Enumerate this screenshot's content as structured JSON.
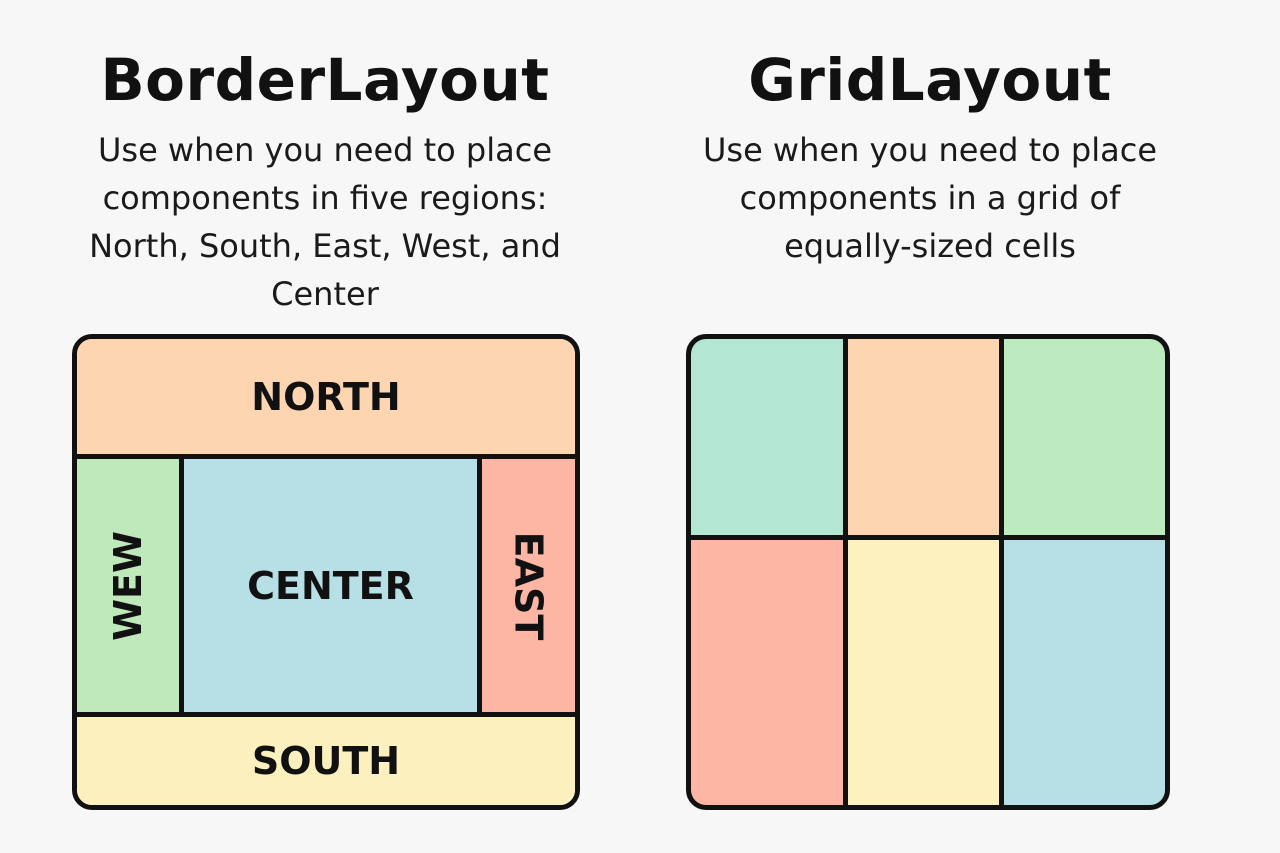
{
  "border_layout": {
    "title": "BorderLayout",
    "description": "Use when you need to place components in five regions: North, South, East, West, and Center",
    "regions": {
      "north": {
        "label": "NORTH",
        "color": "#fdd5b1"
      },
      "west": {
        "label": "WEW",
        "color": "#bfe8bb"
      },
      "center": {
        "label": "CENTER",
        "color": "#b6dfe6"
      },
      "east": {
        "label": "EAST",
        "color": "#fcb6a3"
      },
      "south": {
        "label": "SOUTH",
        "color": "#fdf0bf"
      }
    }
  },
  "grid_layout": {
    "title": "GridLayout",
    "description": "Use when you need to place components in a grid of equally-sized cells",
    "rows": 2,
    "cols": 3,
    "cell_colors": [
      "#b3e6d3",
      "#fdd5b1",
      "#bdebbf",
      "#fcb6a3",
      "#fdf2bf",
      "#b6dfe6"
    ]
  },
  "colors": {
    "background": "#f7f7f7",
    "outline": "#111111"
  }
}
